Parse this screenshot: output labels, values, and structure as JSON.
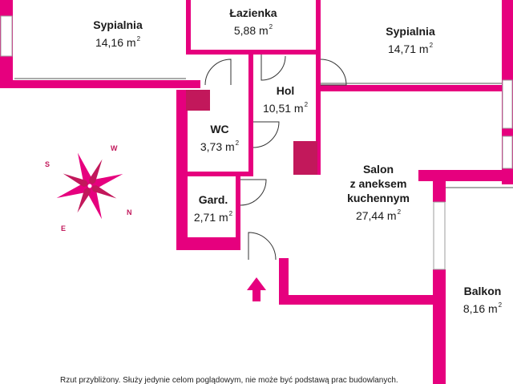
{
  "rooms": [
    {
      "id": "bedroom-1",
      "name": "Sypialnia",
      "area": "14,16 m",
      "sup": "2"
    },
    {
      "id": "bathroom",
      "name": "Łazienka",
      "area": "5,88 m",
      "sup": "2"
    },
    {
      "id": "bedroom-2",
      "name": "Sypialnia",
      "area": "14,71 m",
      "sup": "2"
    },
    {
      "id": "hall",
      "name": "Hol",
      "area": "10,51 m",
      "sup": "2"
    },
    {
      "id": "wc",
      "name": "WC",
      "area": "3,73 m",
      "sup": "2"
    },
    {
      "id": "wardrobe",
      "name": "Gard.",
      "area": "2,71 m",
      "sup": "2"
    },
    {
      "id": "living",
      "name_lines": [
        "Salon",
        "z aneksem",
        "kuchennym"
      ],
      "area": "27,44 m",
      "sup": "2"
    },
    {
      "id": "balcony",
      "name": "Balkon",
      "area": "8,16 m",
      "sup": "2"
    }
  ],
  "compass": {
    "labels": [
      "S",
      "W",
      "N",
      "E"
    ]
  },
  "disclaimer": "Rzut przybliżony. Służy jedynie celom poglądowym, nie może być podstawą prac budowlanych.",
  "colors": {
    "wall": "#e6007e",
    "dark_wall": "#c2185b",
    "window": "#9e9e9e",
    "text": "#1a1a1a"
  }
}
